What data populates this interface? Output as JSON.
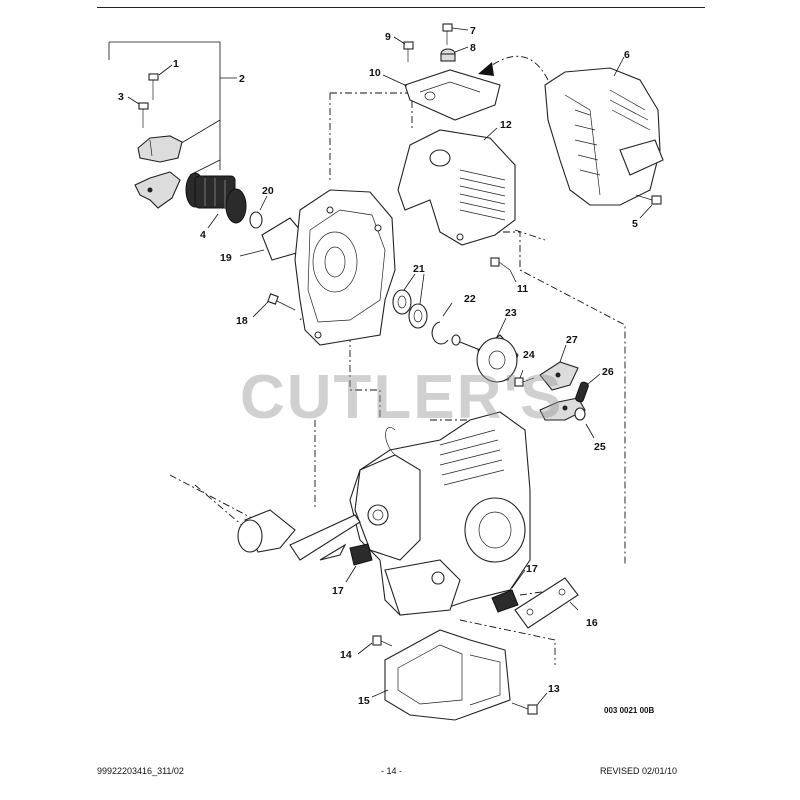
{
  "callouts": [
    {
      "id": "1",
      "label": "1"
    },
    {
      "id": "2",
      "label": "2"
    },
    {
      "id": "3",
      "label": "3"
    },
    {
      "id": "4",
      "label": "4"
    },
    {
      "id": "5",
      "label": "5"
    },
    {
      "id": "6",
      "label": "6"
    },
    {
      "id": "7",
      "label": "7"
    },
    {
      "id": "8",
      "label": "8"
    },
    {
      "id": "9",
      "label": "9"
    },
    {
      "id": "10",
      "label": "10"
    },
    {
      "id": "11",
      "label": "11"
    },
    {
      "id": "12",
      "label": "12"
    },
    {
      "id": "13",
      "label": "13"
    },
    {
      "id": "14",
      "label": "14"
    },
    {
      "id": "15",
      "label": "15"
    },
    {
      "id": "16",
      "label": "16"
    },
    {
      "id": "17a",
      "label": "17"
    },
    {
      "id": "17b",
      "label": "17"
    },
    {
      "id": "18",
      "label": "18"
    },
    {
      "id": "19",
      "label": "19"
    },
    {
      "id": "20",
      "label": "20"
    },
    {
      "id": "21",
      "label": "21"
    },
    {
      "id": "22",
      "label": "22"
    },
    {
      "id": "23",
      "label": "23"
    },
    {
      "id": "24",
      "label": "24"
    },
    {
      "id": "25",
      "label": "25"
    },
    {
      "id": "26",
      "label": "26"
    },
    {
      "id": "27",
      "label": "27"
    }
  ],
  "watermark": "CUTLER'S",
  "drawing_code": "003 0021 00B",
  "footer": {
    "left": "99922203416_311/02",
    "center": "- 14 -",
    "right": "REVISED 02/01/10"
  }
}
